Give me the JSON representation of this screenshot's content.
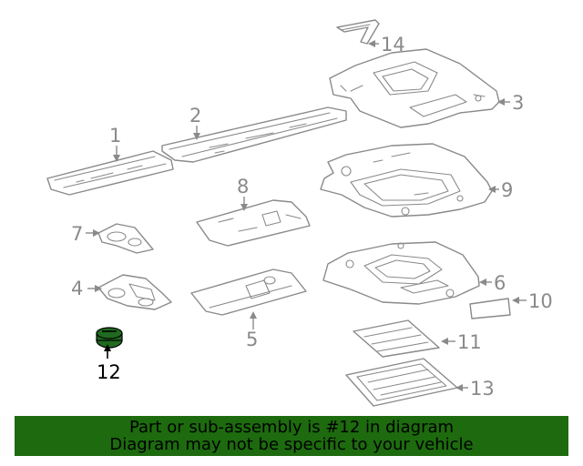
{
  "callouts": [
    {
      "id": "1",
      "text": "1"
    },
    {
      "id": "2",
      "text": "2"
    },
    {
      "id": "3",
      "text": "3"
    },
    {
      "id": "4",
      "text": "4"
    },
    {
      "id": "5",
      "text": "5"
    },
    {
      "id": "6",
      "text": "6"
    },
    {
      "id": "7",
      "text": "7"
    },
    {
      "id": "8",
      "text": "8"
    },
    {
      "id": "9",
      "text": "9"
    },
    {
      "id": "10",
      "text": "10"
    },
    {
      "id": "11",
      "text": "11"
    },
    {
      "id": "12",
      "text": "12"
    },
    {
      "id": "13",
      "text": "13"
    },
    {
      "id": "14",
      "text": "14"
    }
  ],
  "highlighted_part": "12",
  "colors": {
    "line": "#8a8a8a",
    "highlight": "#1f6b1f",
    "banner": "#1d6b0e"
  },
  "banner": {
    "line1": "Part or sub-assembly is #12 in diagram",
    "line2": "Diagram may not be specific to your vehicle"
  }
}
